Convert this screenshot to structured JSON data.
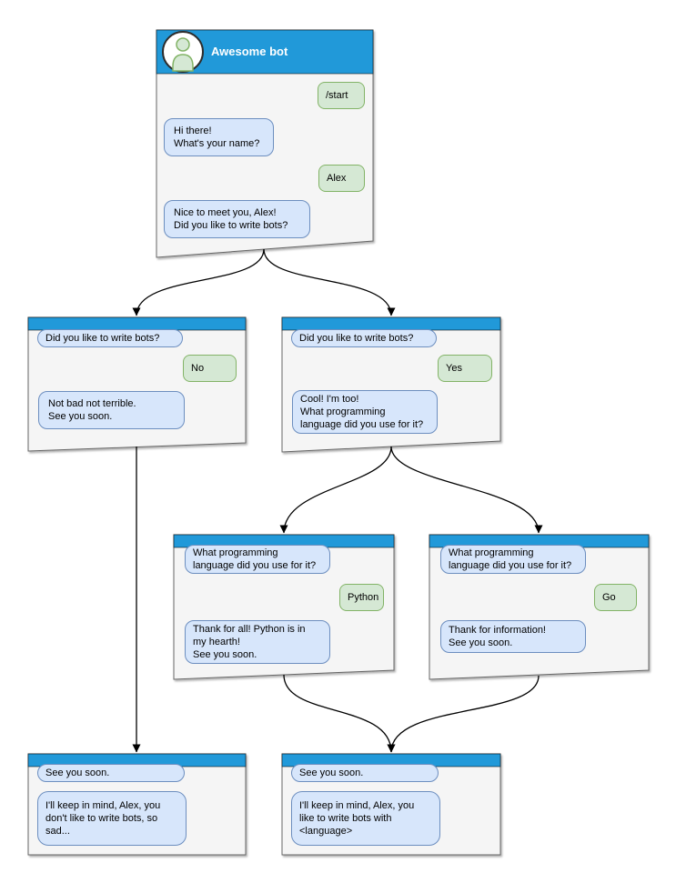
{
  "colors": {
    "header_blue": "#2199d9",
    "box_fill": "#f5f5f5",
    "box_border": "#666666",
    "bot_bubble_fill": "#d7e6fb",
    "bot_bubble_border": "#6c8ebf",
    "user_bubble_fill": "#d5e8d4",
    "user_bubble_border": "#82b366"
  },
  "root_window": {
    "title": "Awesome bot",
    "avatar": "person-icon",
    "messages": {
      "start": "/start",
      "greeting": "Hi there!\nWhat's your name?",
      "name": "Alex",
      "ask_bots": "Nice to meet you, Alex!\nDid you like to write bots?"
    }
  },
  "branch_no": {
    "question": "Did you like to write bots?",
    "answer": "No",
    "reply": "Not bad not terrible.\nSee you soon."
  },
  "branch_yes": {
    "question": "Did you like to write bots?",
    "answer": "Yes",
    "reply": "Cool! I'm too!\nWhat programming\nlanguage did you use for it?"
  },
  "branch_python": {
    "question": "What programming\nlanguage did you use for it?",
    "answer": "Python",
    "reply": "Thank for all! Python is in\nmy hearth!\nSee you soon."
  },
  "branch_go": {
    "question": "What programming\nlanguage did you use for it?",
    "answer": "Go",
    "reply": "Thank for information!\nSee you soon."
  },
  "end_no": {
    "question": "See you soon.",
    "reply": "I'll keep in mind, Alex, you\ndon't like to write bots, so\nsad..."
  },
  "end_yes": {
    "question": "See you soon.",
    "reply": "I'll keep in mind, Alex, you\nlike to write bots with\n<language>"
  }
}
